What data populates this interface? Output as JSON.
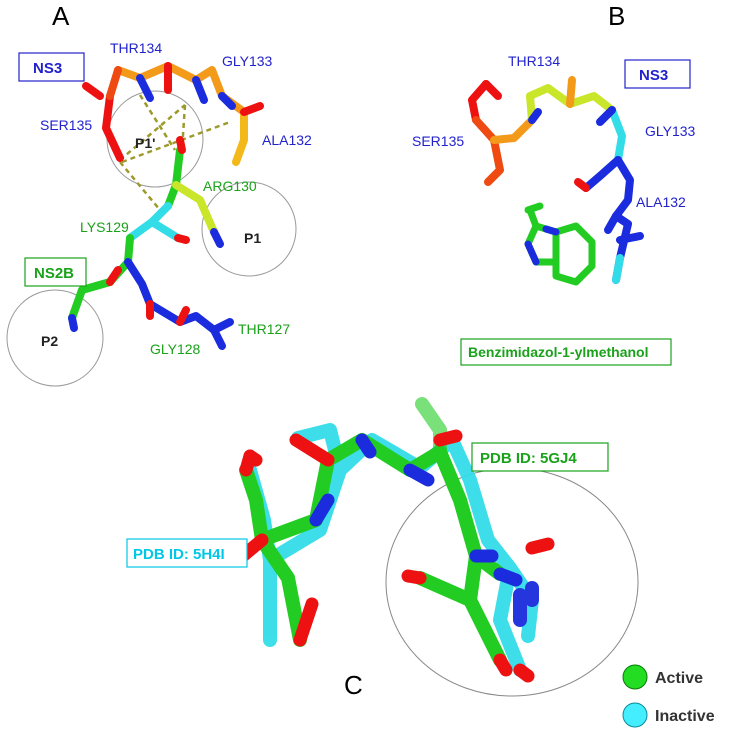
{
  "panels": {
    "a": {
      "letter": "A",
      "ns3_box": "NS3",
      "ns2b_box": "NS2B",
      "residues_ns3": [
        "THR134",
        "GLY133",
        "SER135",
        "ALA132"
      ],
      "residues_ns2b": [
        "ARG130",
        "LYS129",
        "GLY128",
        "THR127"
      ],
      "pockets": [
        "P1'",
        "P1",
        "P2"
      ]
    },
    "b": {
      "letter": "B",
      "ns3_box": "NS3",
      "residues": [
        "THR134",
        "SER135",
        "GLY133",
        "ALA132"
      ],
      "ligand_box": "Benzimidazol-1-ylmethanol"
    },
    "c": {
      "letter": "C",
      "active_box": "PDB ID: 5GJ4",
      "inactive_box": "PDB ID: 5H4I"
    }
  },
  "legend": {
    "items": [
      {
        "label": "Active",
        "color": "#22dd22"
      },
      {
        "label": "Inactive",
        "color": "#44eeff"
      }
    ]
  },
  "colors": {
    "oxygen": "#ee1111",
    "nitrogen": "#1a2cdd",
    "active": "#22cc22",
    "inactive": "#33dde8",
    "ns3_orange": "#f39a1a",
    "label_blue": "#2222cc",
    "label_green": "#1aa21a"
  }
}
